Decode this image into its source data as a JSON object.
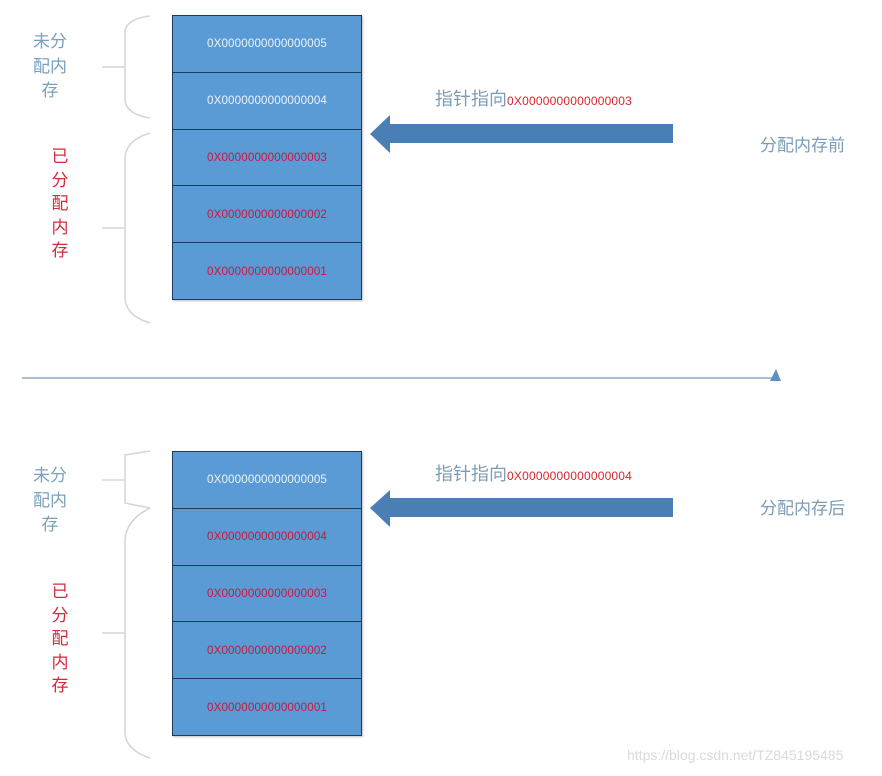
{
  "panels": [
    {
      "id": "before",
      "caption": "分配内存前",
      "unallocated_label": "未分配内存",
      "unallocated_label_lines": [
        "未分",
        "配内",
        "存"
      ],
      "allocated_label": "已分配内存",
      "allocated_label_chars": [
        "已",
        "分",
        "配",
        "内",
        "存"
      ],
      "pointer": {
        "label": "指针指向",
        "address": "0X0000000000000003"
      },
      "memory_blocks": [
        {
          "address": "0X0000000000000005",
          "state": "unallocated"
        },
        {
          "address": "0X0000000000000004",
          "state": "unallocated"
        },
        {
          "address": "0X0000000000000003",
          "state": "allocated"
        },
        {
          "address": "0X0000000000000002",
          "state": "allocated"
        },
        {
          "address": "0X0000000000000001",
          "state": "allocated"
        }
      ]
    },
    {
      "id": "after",
      "caption": "分配内存后",
      "unallocated_label": "未分配内存",
      "unallocated_label_lines": [
        "未分",
        "配内",
        "存"
      ],
      "allocated_label": "已分配内存",
      "allocated_label_chars": [
        "已",
        "分",
        "配",
        "内",
        "存"
      ],
      "pointer": {
        "label": "指针指向",
        "address": "0X0000000000000004"
      },
      "memory_blocks": [
        {
          "address": "0X0000000000000005",
          "state": "unallocated"
        },
        {
          "address": "0X0000000000000004",
          "state": "allocated"
        },
        {
          "address": "0X0000000000000003",
          "state": "allocated"
        },
        {
          "address": "0X0000000000000002",
          "state": "allocated"
        },
        {
          "address": "0X0000000000000001",
          "state": "allocated"
        }
      ]
    }
  ],
  "watermark": "https://blog.csdn.net/TZ845195485",
  "colors": {
    "block_fill": "#5b9bd5",
    "block_border": "#1e3a5c",
    "arrow": "#4a7fb5",
    "unallocated_text": "#eaf3fb",
    "allocated_text": "#c8173f",
    "label_blue": "#7aa1bd",
    "label_red": "#d42a3d"
  }
}
